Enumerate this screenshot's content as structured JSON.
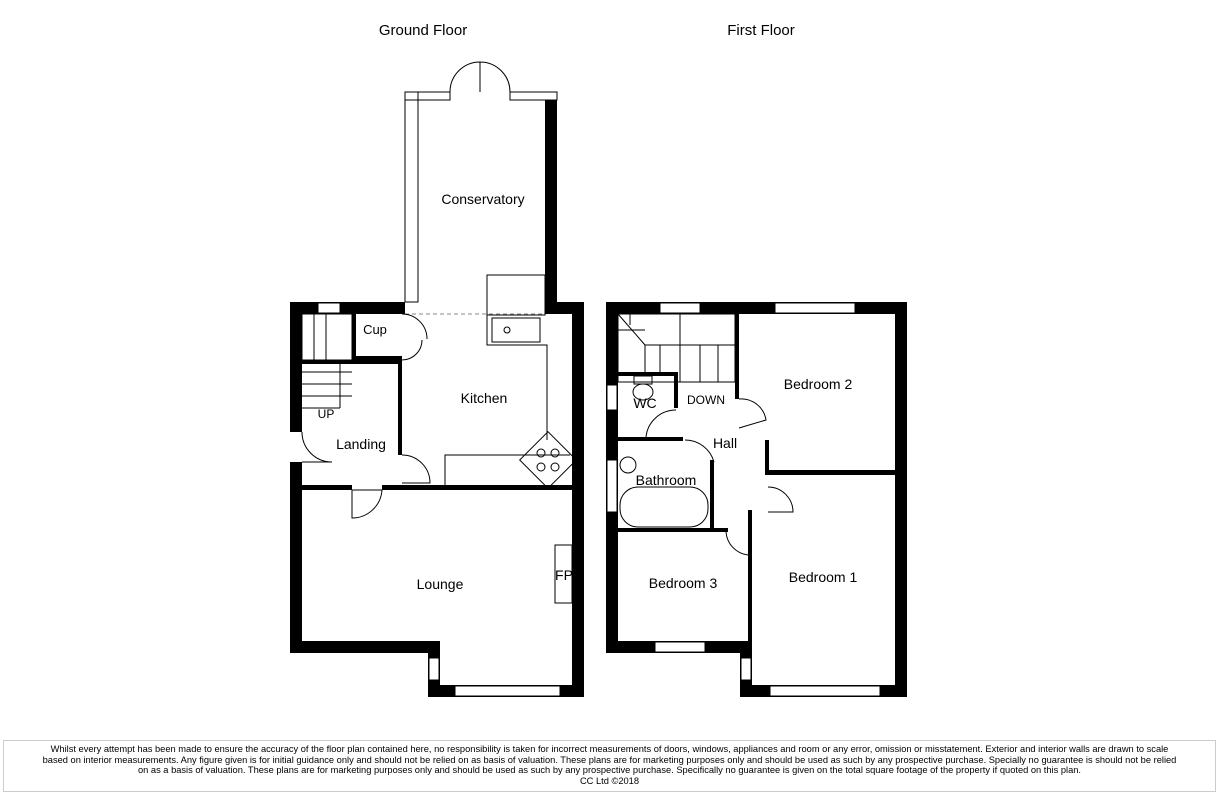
{
  "titles": {
    "ground": "Ground Floor",
    "first": "First Floor"
  },
  "ground_rooms": {
    "conservatory": "Conservatory",
    "cup": "Cup",
    "kitchen": "Kitchen",
    "up": "UP",
    "landing": "Landing",
    "lounge": "Lounge",
    "fp": "FP"
  },
  "first_rooms": {
    "wc": "WC",
    "down": "DOWN",
    "bedroom2": "Bedroom 2",
    "hall": "Hall",
    "bathroom": "Bathroom",
    "bedroom3": "Bedroom 3",
    "bedroom1": "Bedroom 1"
  },
  "disclaimer": {
    "line1": "Whilst every attempt has been made to ensure the accuracy of the floor plan contained here, no responsibility is taken for incorrect measurements of doors, windows, appliances and room or any error, omission or misstatement. Exterior and interior walls are drawn to scale",
    "line2": "based on interior measurements. Any figure given is for initial guidance only and should not be relied on as basis of valuation. These plans are for marketing purposes only and should be used as such by any prospective purchase. Specially no guarantee is should not be relied",
    "line3": "on as a basis of valuation. These plans are for marketing purposes only and should be used as such by any prospective purchase. Specifically no guarantee is given on the total square footage of the property if quoted on this plan.",
    "copyright": "CC Ltd ©2018"
  }
}
